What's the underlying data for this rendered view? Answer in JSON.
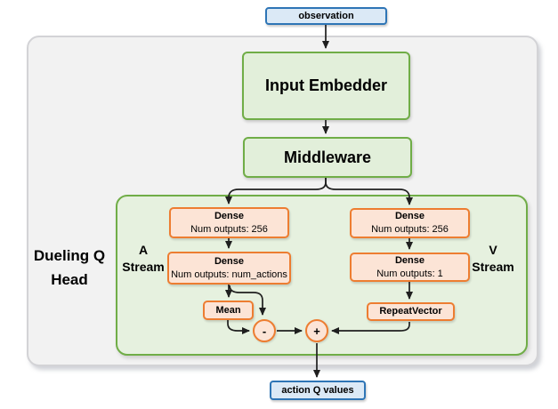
{
  "nodes": {
    "observation": "observation",
    "input_embedder": "Input Embedder",
    "middleware": "Middleware",
    "mean": "Mean",
    "repeat_vector": "RepeatVector",
    "minus": "-",
    "plus": "+",
    "action_q_values": "action Q values"
  },
  "dense": {
    "a1": {
      "title": "Dense",
      "outputs": "Num outputs: 256"
    },
    "a2": {
      "title": "Dense",
      "outputs": "Num outputs: num_actions"
    },
    "v1": {
      "title": "Dense",
      "outputs": "Num outputs: 256"
    },
    "v2": {
      "title": "Dense",
      "outputs": "Num outputs: 1"
    }
  },
  "labels": {
    "head_line1": "Dueling Q",
    "head_line2": "Head",
    "a_stream_line1": "A",
    "a_stream_line2": "Stream",
    "v_stream_line1": "V",
    "v_stream_line2": "Stream"
  },
  "colors": {
    "blue_fill": "#dbe9f6",
    "blue_border": "#2e75b6",
    "green_fill": "#e2efda",
    "green_border": "#70ad47",
    "orange_fill": "#fce4d6",
    "orange_border": "#ed7d31",
    "container_fill": "#f2f2f2",
    "container_border": "#d3d3d6",
    "arrow": "#1f1f1f"
  }
}
